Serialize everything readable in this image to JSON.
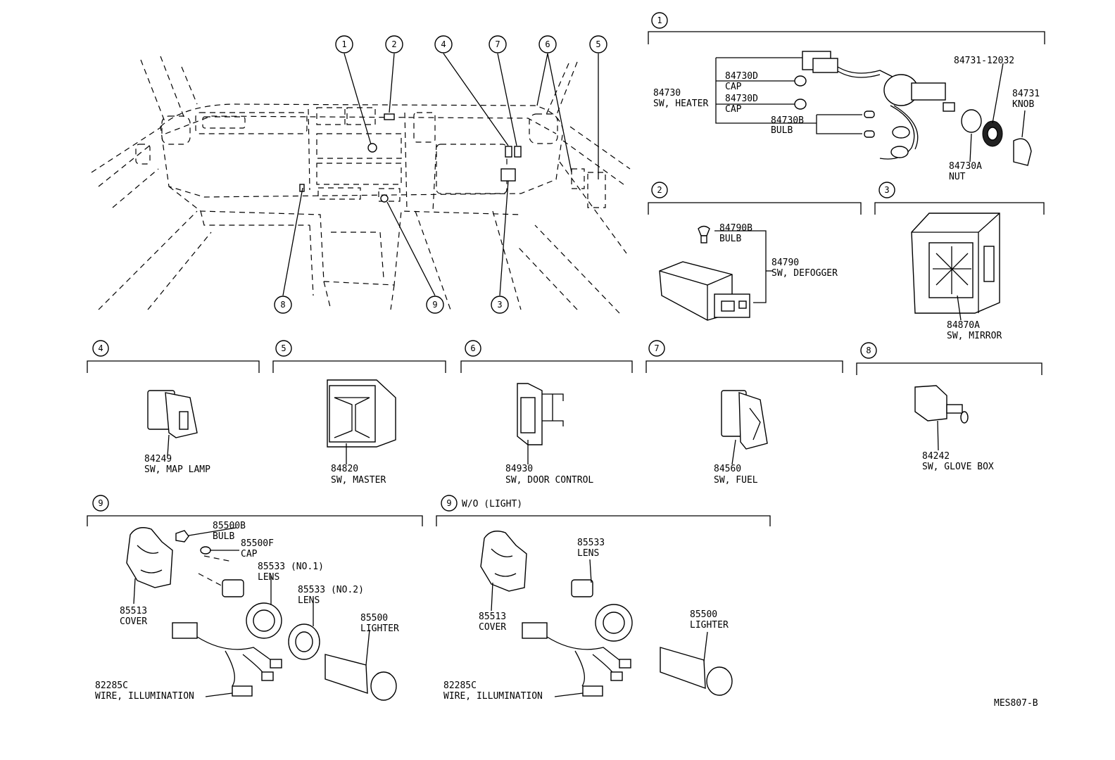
{
  "diagram": {
    "overview": {
      "callouts": [
        "1",
        "2",
        "4",
        "7",
        "6",
        "5",
        "8",
        "9",
        "3"
      ]
    },
    "sections": {
      "s1": {
        "number": "1",
        "labels": {
          "sw_heater_no": "84730",
          "sw_heater_name": "SW, HEATER",
          "cap1_no": "84730D",
          "cap1_name": "CAP",
          "cap2_no": "84730D",
          "cap2_name": "CAP",
          "bulb_no": "84730B",
          "bulb_name": "BULB",
          "knob_main_no": "84731-12032",
          "knob_no": "84731",
          "knob_name": "KNOB",
          "nut_no": "84730A",
          "nut_name": "NUT"
        }
      },
      "s2": {
        "number": "2",
        "labels": {
          "bulb_no": "84790B",
          "bulb_name": "BULB",
          "sw_no": "84790",
          "sw_name": "SW, DEFOGGER"
        }
      },
      "s3": {
        "number": "3",
        "labels": {
          "sw_no": "84870A",
          "sw_name": "SW, MIRROR"
        }
      },
      "s4": {
        "number": "4",
        "labels": {
          "sw_no": "84249",
          "sw_name": "SW, MAP LAMP"
        }
      },
      "s5": {
        "number": "5",
        "labels": {
          "sw_no": "84820",
          "sw_name": "SW, MASTER"
        }
      },
      "s6": {
        "number": "6",
        "labels": {
          "sw_no": "84930",
          "sw_name": "SW, DOOR CONTROL"
        }
      },
      "s7": {
        "number": "7",
        "labels": {
          "sw_no": "84560",
          "sw_name": "SW, FUEL"
        }
      },
      "s8": {
        "number": "8",
        "labels": {
          "sw_no": "84242",
          "sw_name": "SW, GLOVE BOX"
        }
      },
      "s9a": {
        "number": "9",
        "labels": {
          "bulb_no": "85500B",
          "bulb_name": "BULB",
          "cap_no": "85500F",
          "cap_name": "CAP",
          "lens1_no": "85533 (NO.1)",
          "lens1_name": "LENS",
          "lens2_no": "85533 (NO.2)",
          "lens2_name": "LENS",
          "lighter_no": "85500",
          "lighter_name": "LIGHTER",
          "cover_no": "85513",
          "cover_name": "COVER",
          "wire_no": "82285C",
          "wire_name": "WIRE, ILLUMINATION"
        }
      },
      "s9b": {
        "number": "9",
        "subtitle": "W/O (LIGHT)",
        "labels": {
          "lens_no": "85533",
          "lens_name": "LENS",
          "cover_no": "85513",
          "cover_name": "COVER",
          "lighter_no": "85500",
          "lighter_name": "LIGHTER",
          "wire_no": "82285C",
          "wire_name": "WIRE, ILLUMINATION"
        }
      }
    },
    "drawing_code": "MES807-B"
  }
}
